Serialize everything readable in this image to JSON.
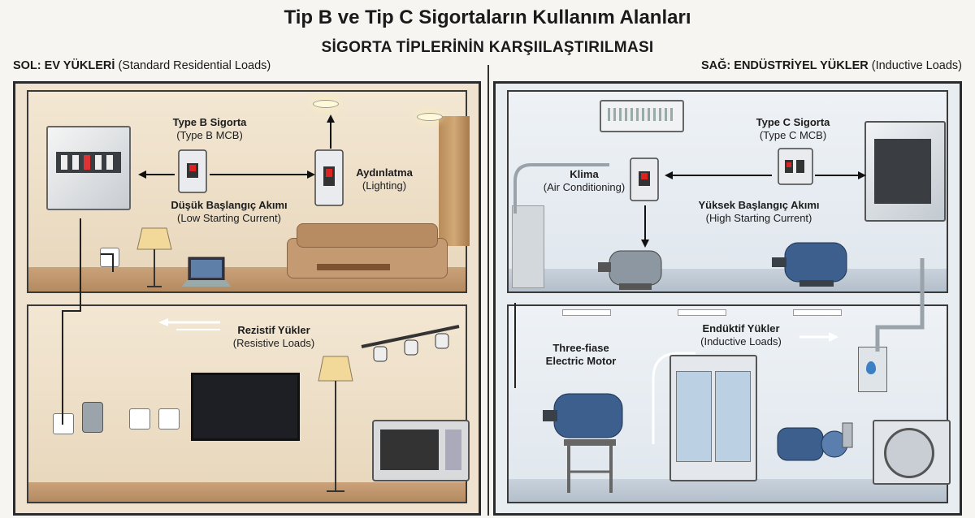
{
  "title": "Tip B ve Tip C Sigortaların  Kullanım Alanları",
  "subtitle": "SİGORTA TİPLERİNİN KARŞIILAŞTIRILMASI",
  "left": {
    "side_label_bold": "SOL: EV YÜKLERİ",
    "side_label_note": "(Standard Residential Loads)",
    "type_b_main": "Type B Sigorta",
    "type_b_sub": "(Type B MCB)",
    "lighting_main": "Aydınlatma",
    "lighting_sub": "(Lighting)",
    "low_current_main": "Düşük Başlangıç Akımı",
    "low_current_sub": "(Low Starting Current)",
    "resistive_main": "Rezistif Yükler",
    "resistive_sub": "(Resistive Loads)"
  },
  "right": {
    "side_label_bold": "SAĞ: ENDÜSTRİYEL YÜKLER",
    "side_label_note": "(Inductive Loads)",
    "type_c_main": "Type C Sigorta",
    "type_c_sub": "(Type C MCB)",
    "klima_main": "Klima",
    "klima_sub": "(Air Conditioning)",
    "high_current_main": "Yüksek Başlangıç Akımı",
    "high_current_sub": "(High Starting Current)",
    "motor_line1": "Three-fiase",
    "motor_line2": "Electric Motor",
    "inductive_main": "Endüktif Yükler",
    "inductive_sub": "(Inductive Loads)"
  },
  "colors": {
    "residential_wall": "#efe3cf",
    "industrial_wall": "#e8edf2",
    "motor_blue": "#3c5f8e",
    "wire": "#222222"
  }
}
